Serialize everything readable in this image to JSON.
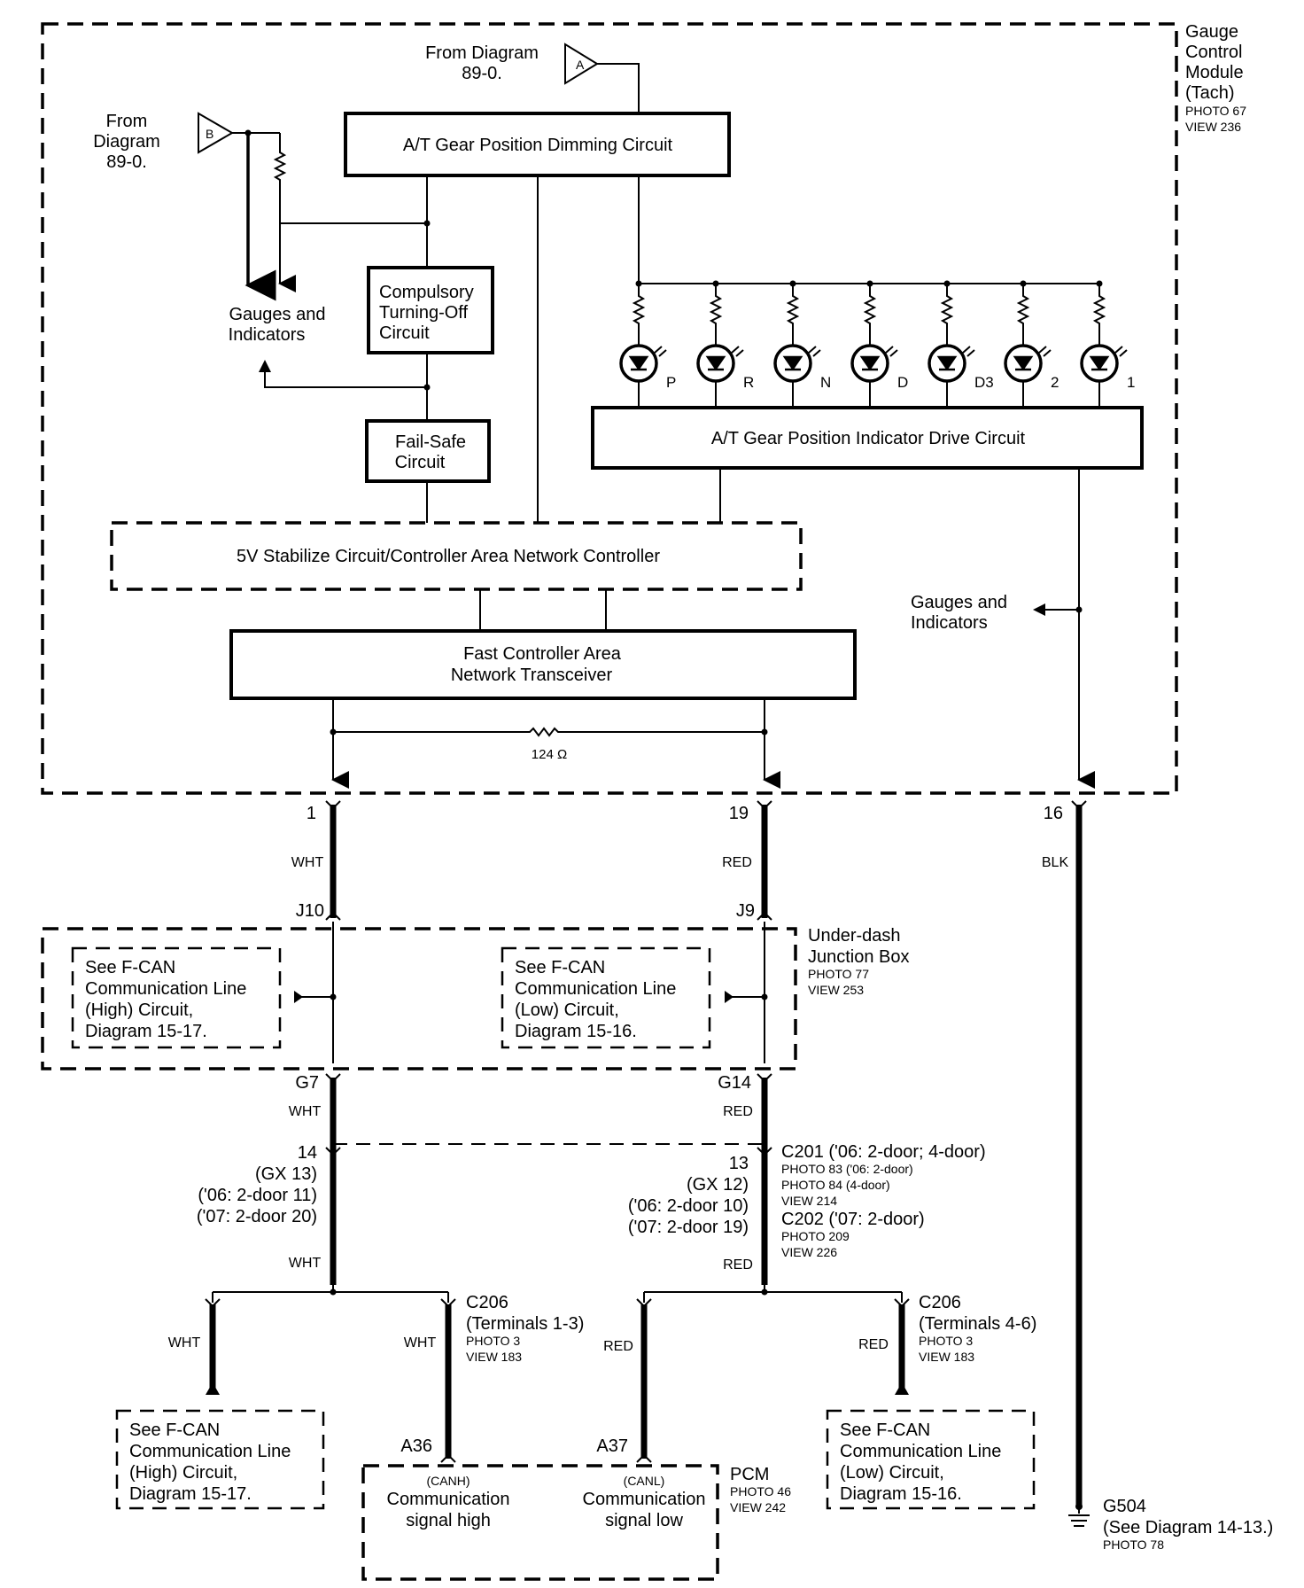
{
  "module": {
    "title_lines": [
      "Gauge",
      "Control",
      "Module",
      "(Tach)"
    ],
    "photo": "PHOTO 67",
    "view": "VIEW 236"
  },
  "from_a": {
    "lines": [
      "From Diagram",
      "89-0."
    ],
    "tag": "A"
  },
  "from_b": {
    "lines": [
      "From",
      "Diagram",
      "89-0."
    ],
    "tag": "B"
  },
  "blocks": {
    "dimming": "A/T Gear Position Dimming Circuit",
    "compulsory": [
      "Compulsory",
      "Turning-Off",
      "Circuit"
    ],
    "failsafe": [
      "Fail-Safe",
      "Circuit"
    ],
    "stabilize": "5V Stabilize Circuit/Controller Area Network Controller",
    "transceiver": [
      "Fast Controller Area",
      "Network Transceiver"
    ],
    "drive": "A/T Gear Position Indicator Drive Circuit"
  },
  "gauges_left": [
    "Gauges and",
    "Indicators"
  ],
  "gauges_right": [
    "Gauges and",
    "Indicators"
  ],
  "leds": [
    "P",
    "R",
    "N",
    "D",
    "D3",
    "2",
    "1"
  ],
  "resistor_label": "124 Ω",
  "pins": {
    "p1": "1",
    "p19": "19",
    "p16": "16"
  },
  "wires": {
    "wht": "WHT",
    "red": "RED",
    "blk": "BLK"
  },
  "junction": {
    "j10": "J10",
    "j9": "J9",
    "g7": "G7",
    "g14": "G14",
    "title_lines": [
      "Under-dash",
      "Junction Box"
    ],
    "photo": "PHOTO 77",
    "view": "VIEW 253",
    "note_high": [
      "See F-CAN",
      "Communication Line",
      "(High) Circuit,",
      "Diagram 15-17."
    ],
    "note_low": [
      "See F-CAN",
      "Communication Line",
      "(Low) Circuit,",
      "Diagram  15-16."
    ]
  },
  "connector_c201": {
    "left_lines": [
      "14",
      "(GX 13)",
      "('06: 2-door 11)",
      "('07: 2-door 20)"
    ],
    "right_pin_lines": [
      "13",
      "(GX 12)",
      "('06: 2-door 10)",
      "('07: 2-door 19)"
    ],
    "title": "C201 ('06: 2-door; 4-door)",
    "photo_a": "PHOTO 83 ('06: 2-door)",
    "photo_b": "PHOTO 84 (4-door)",
    "view": "VIEW 214",
    "c202": "C202 ('07: 2-door)",
    "c202_photo": "PHOTO 209",
    "c202_view": "VIEW 226"
  },
  "c206_left": {
    "title": "C206",
    "terminals": "(Terminals 1-3)",
    "photo": "PHOTO 3",
    "view": "VIEW 183"
  },
  "c206_right": {
    "title": "C206",
    "terminals": "(Terminals 4-6)",
    "photo": "PHOTO 3",
    "view": "VIEW 183"
  },
  "bottom_note_high": [
    "See F-CAN",
    "Communication Line",
    "(High) Circuit,",
    "Diagram 15-17."
  ],
  "bottom_note_low": [
    "See F-CAN",
    "Communication Line",
    "(Low) Circuit,",
    "Diagram 15-16."
  ],
  "pcm": {
    "a36": "A36",
    "a37": "A37",
    "title": "PCM",
    "photo": "PHOTO 46",
    "view": "VIEW 242",
    "canh": "(CANH)",
    "canh_lines": [
      "Communication",
      "signal high"
    ],
    "canl": "(CANL)",
    "canl_lines": [
      "Communication",
      "signal low"
    ]
  },
  "ground": {
    "name": "G504",
    "ref": "(See Diagram 14-13.)",
    "photo": "PHOTO 78"
  }
}
